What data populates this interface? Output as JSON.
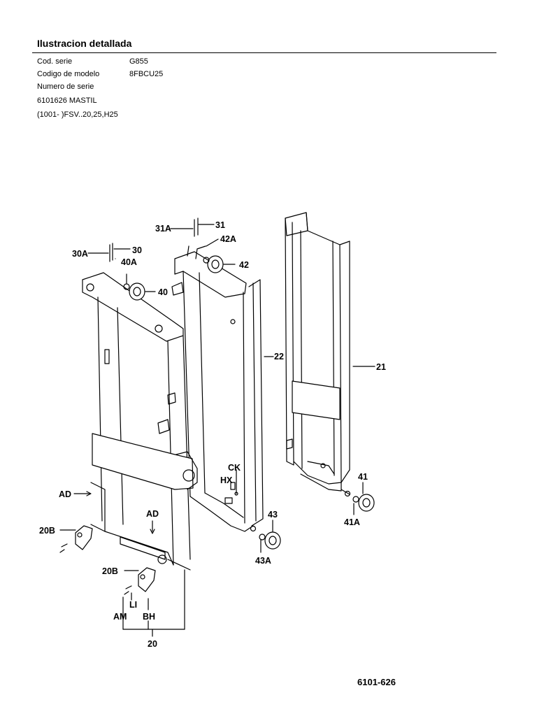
{
  "header": {
    "title": "Ilustracion detallada",
    "rows": [
      {
        "label": "Cod. serie",
        "value": "G855"
      },
      {
        "label": "Codigo de modelo",
        "value": "8FBCU25"
      },
      {
        "label": "Numero de serie",
        "value": ""
      }
    ],
    "part_line": "6101626   MASTIL",
    "range_line": "(1001-    )FSV..20,25,H25"
  },
  "callouts": {
    "c31A": "31A",
    "c31": "31",
    "c30A": "30A",
    "c30": "30",
    "c42A": "42A",
    "c42": "42",
    "c40A": "40A",
    "c40": "40",
    "c22": "22",
    "c21": "21",
    "cCK": "CK",
    "cHX": "HX",
    "cAD1": "AD",
    "cAD2": "AD",
    "c41": "41",
    "c41A": "41A",
    "c43": "43",
    "c43A": "43A",
    "c20B1": "20B",
    "c20B2": "20B",
    "cLI": "LI",
    "cAM": "AM",
    "cBH": "BH",
    "c20": "20"
  },
  "figure_number": "6101-626"
}
